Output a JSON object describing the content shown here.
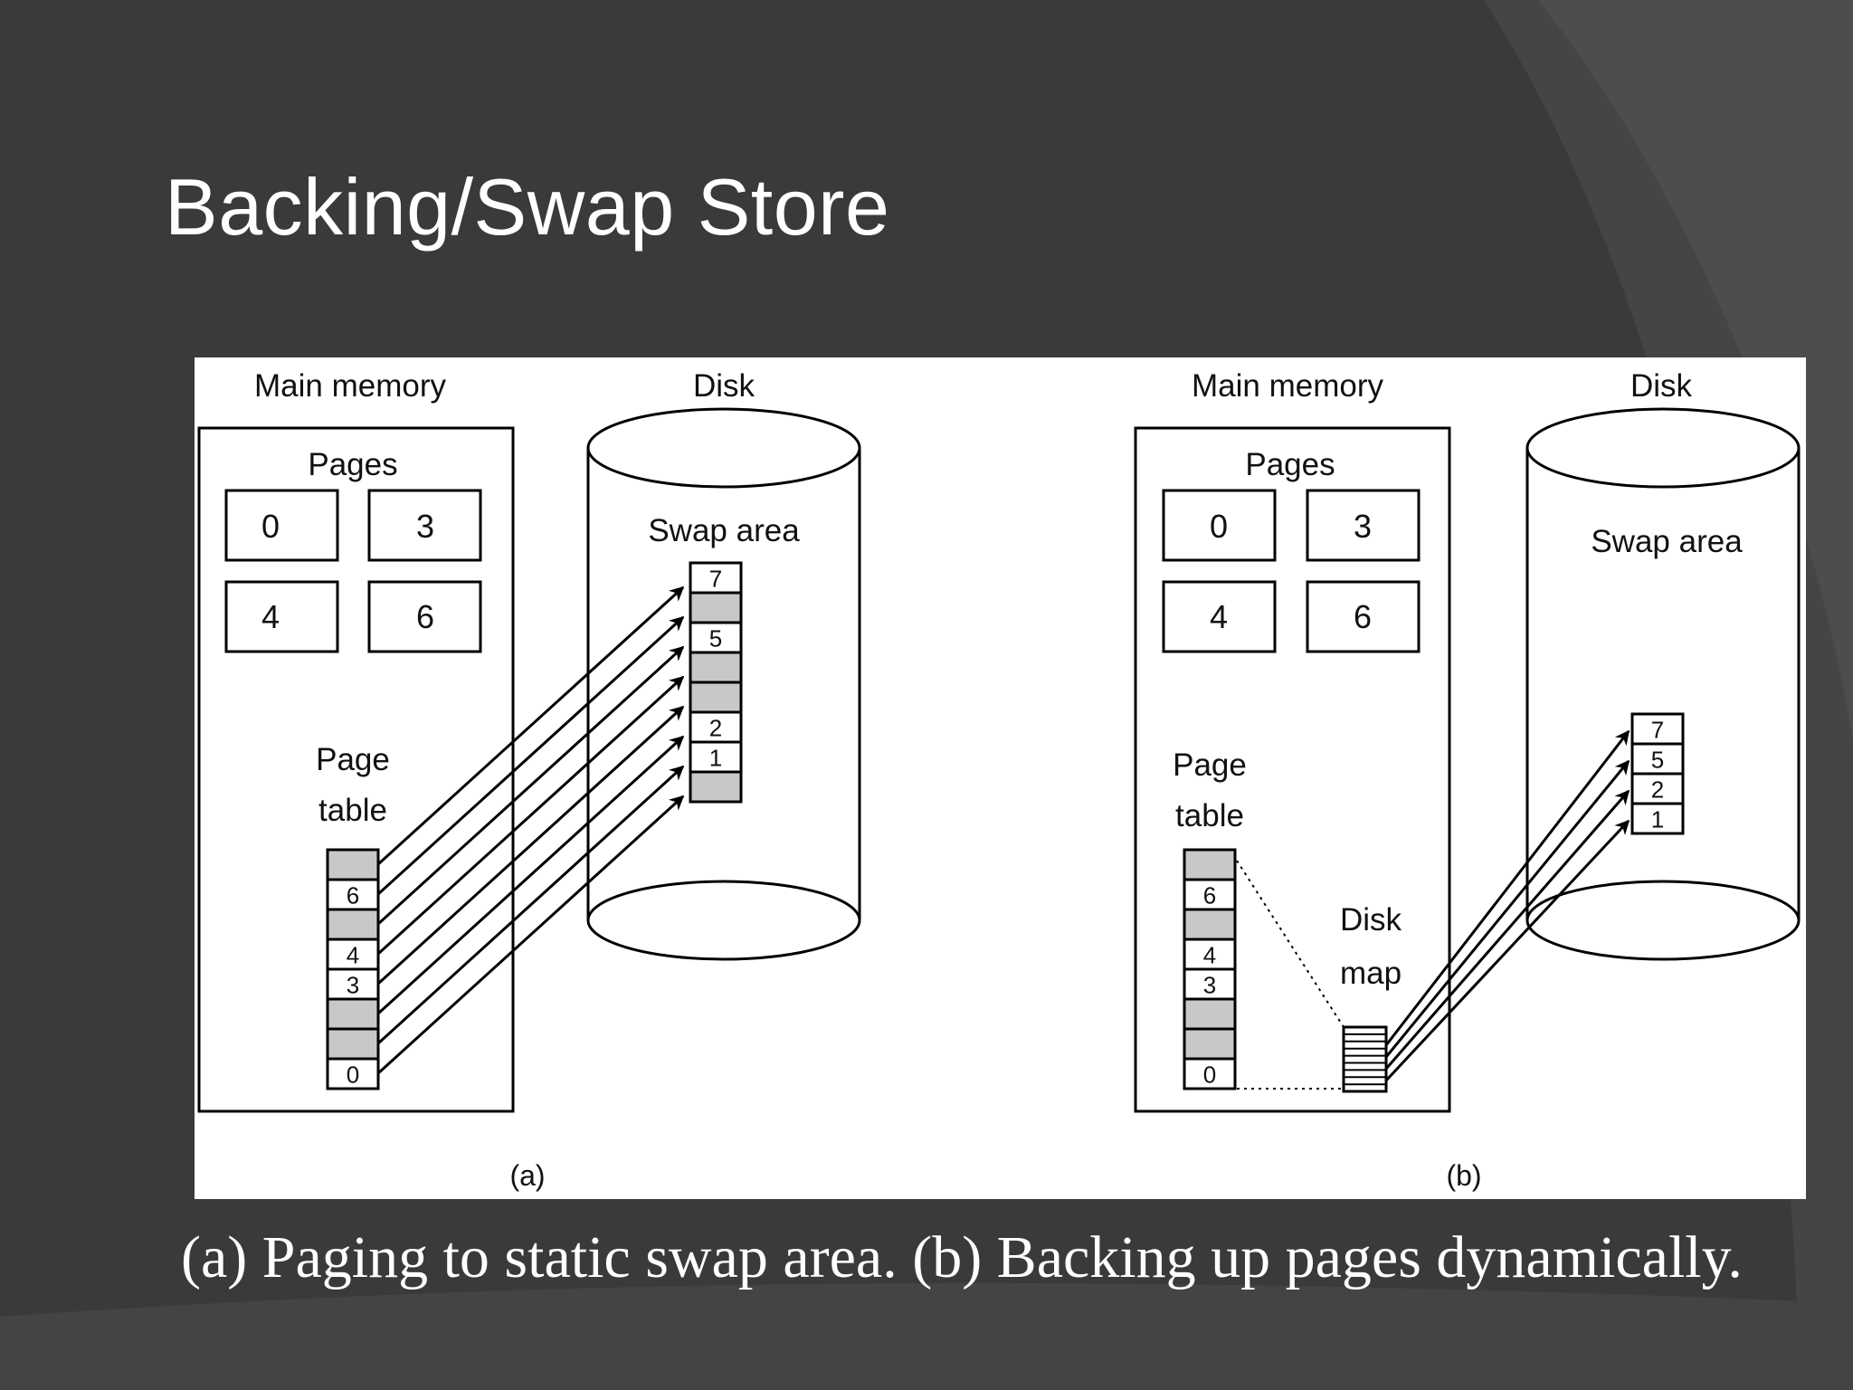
{
  "slide": {
    "title": "Backing/Swap Store",
    "caption": "(a) Paging to static swap area. (b) Backing up pages dynamically."
  },
  "colors": {
    "background": "#3a3a3a",
    "title_text": "#ffffff",
    "figure_background": "#ffffff",
    "shaded_entry": "#c8c8c8"
  },
  "figure": {
    "panel_a": {
      "tag": "(a)",
      "main_memory_label": "Main memory",
      "disk_label": "Disk",
      "pages_label": "Pages",
      "pages": [
        "0",
        "3",
        "4",
        "6"
      ],
      "page_table_label_1": "Page",
      "page_table_label_2": "table",
      "page_table_entries": [
        "",
        "6",
        "",
        "4",
        "3",
        "",
        "",
        "0"
      ],
      "swap_area_label": "Swap area",
      "swap_slots": [
        "7",
        "",
        "5",
        "",
        "",
        "2",
        "1",
        ""
      ]
    },
    "panel_b": {
      "tag": "(b)",
      "main_memory_label": "Main memory",
      "disk_label": "Disk",
      "pages_label": "Pages",
      "pages": [
        "0",
        "3",
        "4",
        "6"
      ],
      "page_table_label_1": "Page",
      "page_table_label_2": "table",
      "page_table_entries": [
        "",
        "6",
        "",
        "4",
        "3",
        "",
        "",
        "0"
      ],
      "disk_map_label_1": "Disk",
      "disk_map_label_2": "map",
      "swap_area_label": "Swap area",
      "swap_slots": [
        "7",
        "5",
        "2",
        "1"
      ]
    }
  }
}
